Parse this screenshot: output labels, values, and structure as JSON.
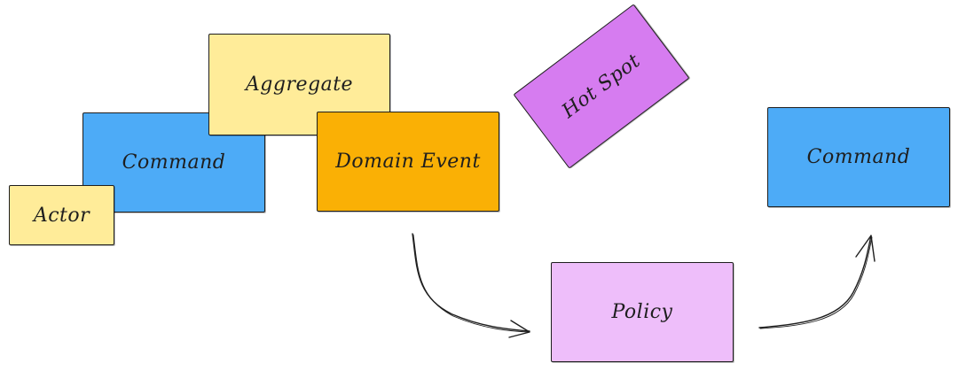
{
  "notes": {
    "aggregate": {
      "label": "Aggregate",
      "color": "#ffec99"
    },
    "command_left": {
      "label": "Command",
      "color": "#4dabf7"
    },
    "domain_event": {
      "label": "Domain Event",
      "color": "#fab005"
    },
    "actor": {
      "label": "Actor",
      "color": "#ffec99"
    },
    "hot_spot": {
      "label": "Hot Spot",
      "color": "#d67cf0"
    },
    "command_right": {
      "label": "Command",
      "color": "#4dabf7"
    },
    "policy": {
      "label": "Policy",
      "color": "#eebefa"
    }
  },
  "colors": {
    "stroke": "#1e1e1e",
    "background": "#ffffff"
  }
}
